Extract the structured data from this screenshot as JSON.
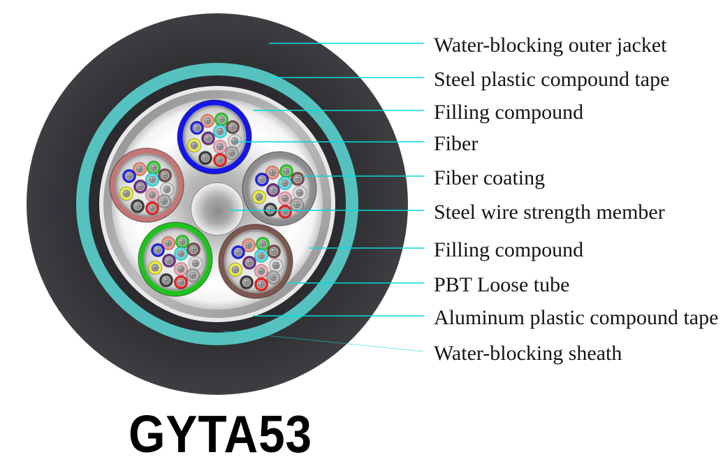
{
  "title": "GYTA53",
  "labels": [
    "Water-blocking outer jacket",
    "Steel plastic compound tape",
    "Filling compound",
    "Fiber",
    "Fiber coating",
    "Steel wire strength member",
    "Filling compound",
    "PBT Loose tube",
    "Aluminum plastic compound tape",
    "Water-blocking sheath"
  ],
  "diagram": {
    "leader_color": "#00dcdc",
    "layers": {
      "outer_jacket": "#2f2f32",
      "steel_plastic_tape": "#55c2c0",
      "water_blocking_sheath": "#2c2c30",
      "aluminum_tape": "#a2a2a2",
      "filling_compound": "#f5f5f5",
      "steel_wire": "#b0b0b0"
    },
    "tubes": [
      {
        "name": "blue",
        "color": "#1515ee"
      },
      {
        "name": "gray",
        "color": "#8c8c8c"
      },
      {
        "name": "brown",
        "color": "#7c5850"
      },
      {
        "name": "green",
        "color": "#1ec41e"
      },
      {
        "name": "rose",
        "color": "#c47575"
      }
    ],
    "fibers": [
      {
        "name": "orange",
        "color": "#f08a70"
      },
      {
        "name": "green",
        "color": "#2ace2a"
      },
      {
        "name": "blue",
        "color": "#2222ee"
      },
      {
        "name": "brown",
        "color": "#7a5050"
      },
      {
        "name": "aqua",
        "color": "#3ae0e8"
      },
      {
        "name": "violet",
        "color": "#6e2f86"
      },
      {
        "name": "white",
        "color": "#d9d9d9"
      },
      {
        "name": "yellow",
        "color": "#ecec28"
      },
      {
        "name": "rose",
        "color": "#f2a2b4"
      },
      {
        "name": "slate",
        "color": "#a6a6a6"
      },
      {
        "name": "black",
        "color": "#3c3c3c"
      },
      {
        "name": "red",
        "color": "#ee2424"
      }
    ]
  }
}
